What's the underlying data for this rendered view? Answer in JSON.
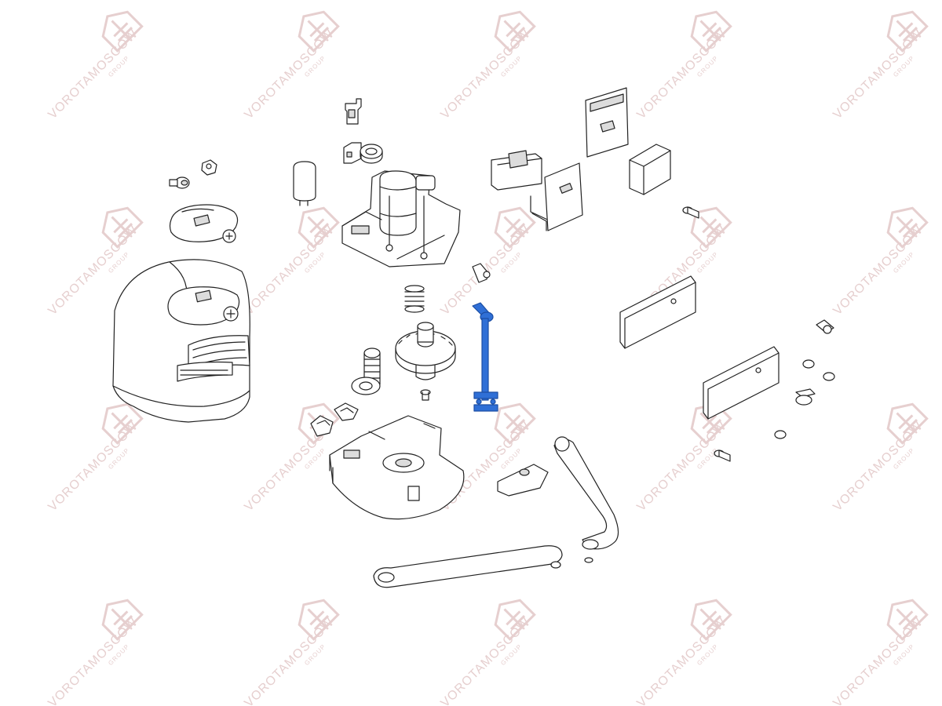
{
  "watermark": {
    "text": "VOROTAMOSCOW",
    "subtext": "GROUP",
    "color": "#e6cfcf"
  },
  "colors": {
    "line": "#222222",
    "fill": "#ffffff",
    "shade": "#dcdcdc",
    "highlight": "#2f6fd6",
    "highlight_dark": "#1c4ea3"
  },
  "diagram": {
    "type": "exploded-parts-view",
    "highlighted_part": "transmission-rod"
  }
}
